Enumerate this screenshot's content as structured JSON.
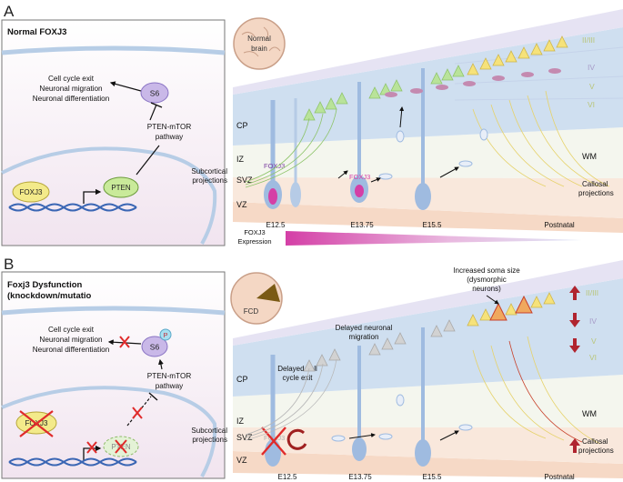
{
  "panels": {
    "a": {
      "letter": "A",
      "box_title": "Normal FOXJ3",
      "outcomes": [
        "Cell cycle exit",
        "Neuronal migration",
        "Neuronal differentiation"
      ],
      "s6": "S6",
      "pathway": [
        "PTEN-mTOR",
        "pathway"
      ],
      "pten": "PTEN",
      "foxj3": "FOXJ3",
      "brain_label": [
        "Normal",
        "brain"
      ],
      "foxj3_cell_label_1": "FOXJ3",
      "foxj3_cell_label_2": "FOXJ3"
    },
    "b": {
      "letter": "B",
      "box_title": [
        "Foxj3 Dysfunction",
        "(knockdown/mutatio"
      ],
      "outcomes": [
        "Cell cycle exit",
        "Neuronal migration",
        "Neuronal differentiation"
      ],
      "s6": "S6",
      "phospho": "P",
      "pathway": [
        "PTEN-mTOR",
        "pathway"
      ],
      "pten": "PTEN",
      "foxj3": "FOXJ3",
      "brain_label": "FCD",
      "delayed_exit": [
        "Delayed cell",
        "cycle exit"
      ],
      "delayed_migration": [
        "Delayed neuronal",
        "migration"
      ],
      "soma_size": [
        "Increased soma size",
        "(dysmorphic",
        "neurons)"
      ],
      "foxj3_cell_label": "FOXJ3"
    }
  },
  "zones": {
    "cp": "CP",
    "iz": "IZ",
    "svz": "SVZ",
    "vz": "VZ",
    "wm": "WM"
  },
  "layers": [
    "II/III",
    "IV",
    "V",
    "VI"
  ],
  "side_labels": {
    "subcortical": [
      "Subcortical",
      "projections"
    ],
    "callosal": [
      "Callosal",
      "projections"
    ]
  },
  "timepoints": [
    "E12.5",
    "E13.75",
    "E15.5",
    "Postnatal"
  ],
  "expression_label": [
    "FOXJ3",
    "Expression"
  ],
  "colors": {
    "vz": "#f6d9c6",
    "iz": "#f4f6ee",
    "cp": "#cfdff0",
    "cortex_top": "#e6e3f3",
    "layer_text": "#b9c57a",
    "layer_text_iv": "#a89cc9",
    "magenta": "#d43fa6",
    "radial_glia": "#9fbbe0",
    "young_neuron": "#b9e39a",
    "mature_neuron": "#f6e27a",
    "interneuron": "#c48ab0",
    "red_x": "#e02a2a",
    "arrow_up_down": "#b0242f",
    "gray_neuron": "#d2d2d2",
    "orange_neuron": "#f0a85e"
  }
}
